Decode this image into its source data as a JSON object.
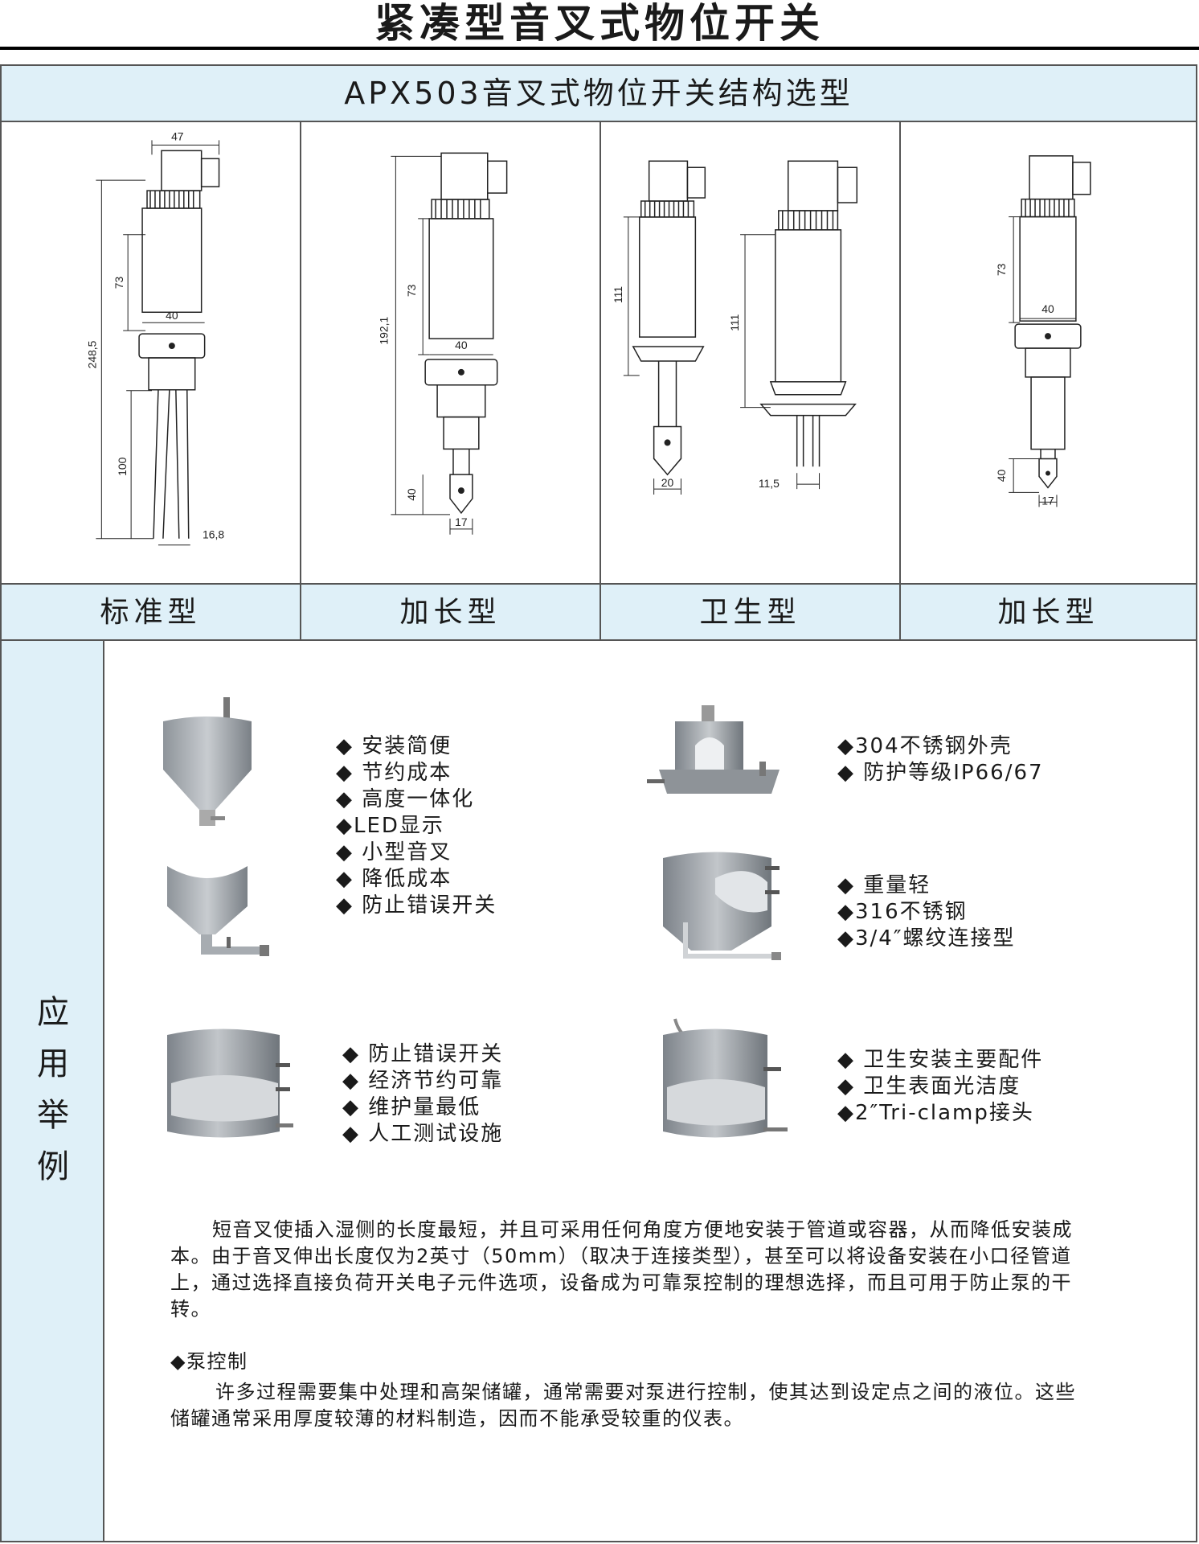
{
  "page": {
    "title": "紧凑型音叉式物位开关"
  },
  "banner": {
    "title": "APX503音叉式物位开关结构选型"
  },
  "models": [
    {
      "label": "标准型",
      "dims": [
        "47",
        "73",
        "40",
        "248,5",
        "100",
        "16,8"
      ]
    },
    {
      "label": "加长型",
      "dims": [
        "73",
        "192,1",
        "40",
        "40",
        "17"
      ]
    },
    {
      "label": "卫生型",
      "dims": [
        "111",
        "111",
        "20",
        "11,5"
      ]
    },
    {
      "label": "加长型",
      "dims": [
        "73",
        "40",
        "40",
        "17"
      ]
    }
  ],
  "application": {
    "side_label": [
      "应",
      "用",
      "举",
      "例"
    ],
    "features_a": [
      "◆ 安装简便",
      "◆ 节约成本",
      "◆ 高度一体化",
      "◆LED显示",
      "◆ 小型音叉",
      "◆ 降低成本",
      "◆ 防止错误开关"
    ],
    "features_b": [
      "◆304不锈钢外壳",
      "◆ 防护等级IP66/67"
    ],
    "features_c": [
      "◆ 重量轻",
      "◆316不锈钢",
      "◆3/4″螺纹连接型"
    ],
    "features_d": [
      "◆ 防止错误开关",
      "◆ 经济节约可靠",
      "◆ 维护量最低",
      "◆ 人工测试设施"
    ],
    "features_e": [
      "◆ 卫生安装主要配件",
      "◆ 卫生表面光洁度",
      "◆2″Tri-clamp接头"
    ],
    "paragraph_1": "短音叉使插入湿侧的长度最短，并且可采用任何角度方便地安装于管道或容器，从而降低安装成本。由于音叉伸出长度仅为2英寸（50mm）（取决于连接类型），甚至可以将设备安装在小口径管道上，通过选择直接负荷开关电子元件选项，设备成为可靠泵控制的理想选择，而且可用于防止泵的干转。",
    "pump_heading": "◆泵控制",
    "paragraph_2": "许多过程需要集中处理和高架储罐，通常需要对泵进行控制，使其达到设定点之间的液位。这些储罐通常采用厚度较薄的材料制造，因而不能承受较重的仪表。"
  },
  "colors": {
    "panel": "#dff0f8",
    "border": "#555555",
    "metal": "#9aa0a6"
  }
}
